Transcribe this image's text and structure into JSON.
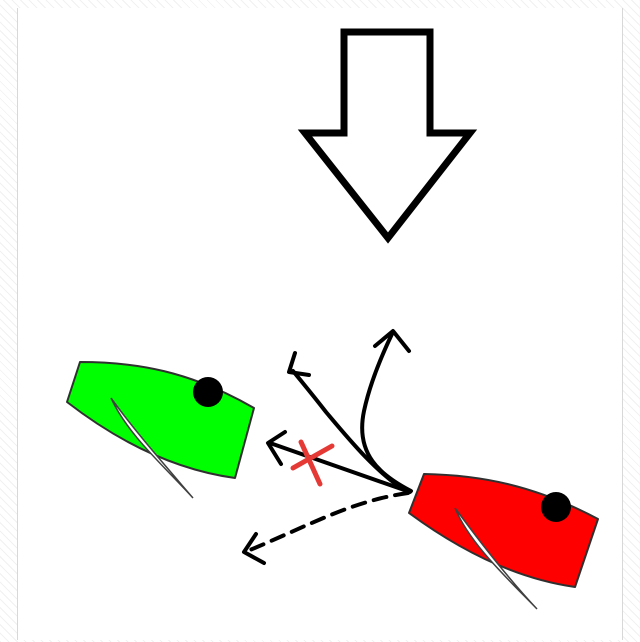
{
  "diagram": {
    "wind_arrow_icon": "down-arrow-outline",
    "colors": {
      "background": "#ffffff",
      "border": "#d8d8d8",
      "green_boat": "#00ff00",
      "red_boat": "#ff0000",
      "outline": "#000000",
      "cross": "#e53935",
      "sail": "#ffffff"
    },
    "boats": [
      {
        "name": "green-boat",
        "color": "#00ff00"
      },
      {
        "name": "red-boat",
        "color": "#ff0000"
      }
    ],
    "options": [
      {
        "name": "steep-option",
        "style": "solid"
      },
      {
        "name": "medium-option",
        "style": "solid"
      },
      {
        "name": "blocked-option",
        "style": "solid",
        "blocked": true
      },
      {
        "name": "bear-away-option",
        "style": "dashed"
      }
    ]
  }
}
